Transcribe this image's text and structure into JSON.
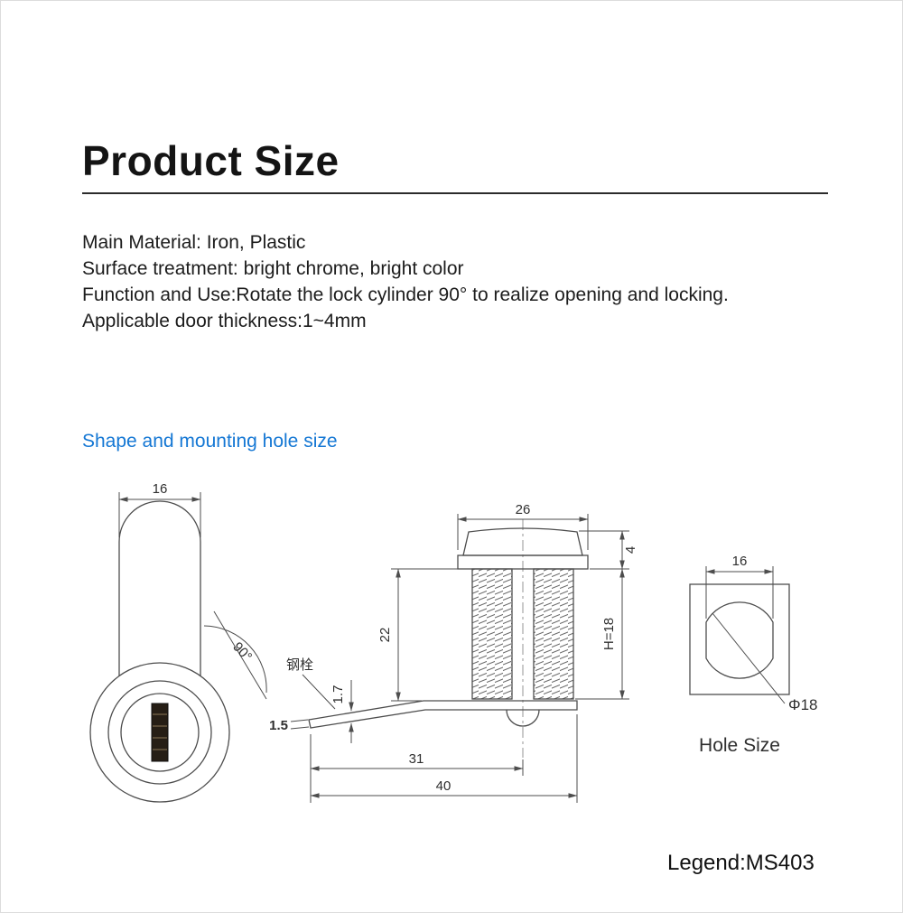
{
  "header": {
    "title": "Product Size"
  },
  "description": {
    "lines": [
      "Main Material: Iron, Plastic",
      "Surface treatment: bright chrome, bright color",
      "Function and Use:Rotate the lock cylinder 90° to realize opening and locking.",
      "Applicable door thickness:1~4mm"
    ]
  },
  "section": {
    "heading": "Shape and mounting hole size"
  },
  "drawing": {
    "cylinder_view": {
      "width_dim": "16",
      "rotation": "90°",
      "tip_thickness": "1.5"
    },
    "lock_view": {
      "bolt_label": "钢栓",
      "cam_thickness": "1.7",
      "body_length": "22",
      "head_width": "26",
      "head_height": "4",
      "thread_length": "H=18",
      "cam_offset": "31",
      "cam_length": "40"
    },
    "hole_view": {
      "flat_width": "16",
      "diameter": "Φ18",
      "caption": "Hole Size"
    }
  },
  "footer": {
    "legend": "Legend:MS403"
  },
  "colors": {
    "accent_blue": "#1477d4",
    "line": "#4d4d4d"
  }
}
